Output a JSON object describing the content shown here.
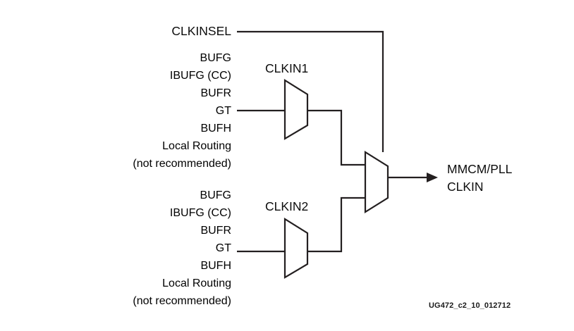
{
  "figure": {
    "id_caption": "UG472_c2_10_012712",
    "line_color": "#231f20",
    "text_color": "#0d0d0d",
    "background": "#ffffff"
  },
  "select_signal": {
    "label": "CLKINSEL"
  },
  "input_groups": [
    {
      "name": "clkin1-sources",
      "items": [
        "BUFG",
        "IBUFG (CC)",
        "BUFR",
        "GT",
        "BUFH",
        "Local Routing",
        "(not recommended)"
      ]
    },
    {
      "name": "clkin2-sources",
      "items": [
        "BUFG",
        "IBUFG (CC)",
        "BUFR",
        "GT",
        "BUFH",
        "Local Routing",
        "(not recommended)"
      ]
    }
  ],
  "muxes": [
    {
      "name": "clkin1-mux",
      "label": "CLKIN1"
    },
    {
      "name": "clkin2-mux",
      "label": "CLKIN2"
    },
    {
      "name": "output-mux",
      "label": ""
    }
  ],
  "output": {
    "line1": "MMCM/PLL",
    "line2": "CLKIN"
  }
}
